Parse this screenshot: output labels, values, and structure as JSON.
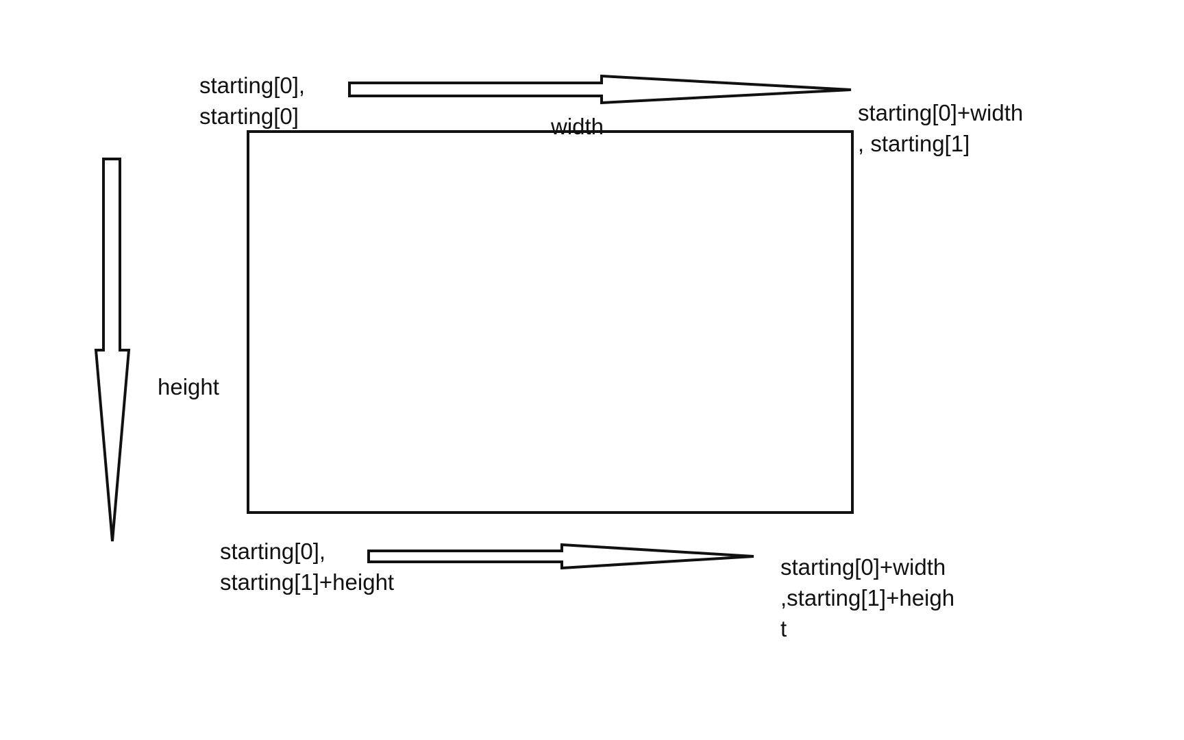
{
  "labels": {
    "top_left": "starting[0],\nstarting[0]",
    "width": "width",
    "top_right": "starting[0]+width\n, starting[1]",
    "height": "height",
    "bottom_left": "starting[0],\nstarting[1]+height",
    "bottom_right": "starting[0]+width\n,starting[1]+heigh\nt"
  },
  "colors": {
    "stroke": "#111111",
    "background": "#ffffff"
  }
}
